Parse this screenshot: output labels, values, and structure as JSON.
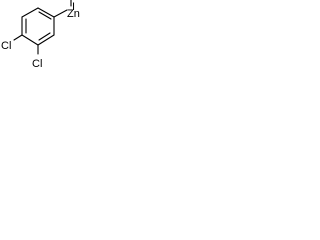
{
  "molecule": {
    "atoms": {
      "zinc": "Zn",
      "iodine": "I",
      "chlorine_top": "Cl",
      "chlorine_bottom": "Cl"
    }
  },
  "colors": {
    "bond": "#000000",
    "text": "#000000",
    "background": "#ffffff"
  }
}
